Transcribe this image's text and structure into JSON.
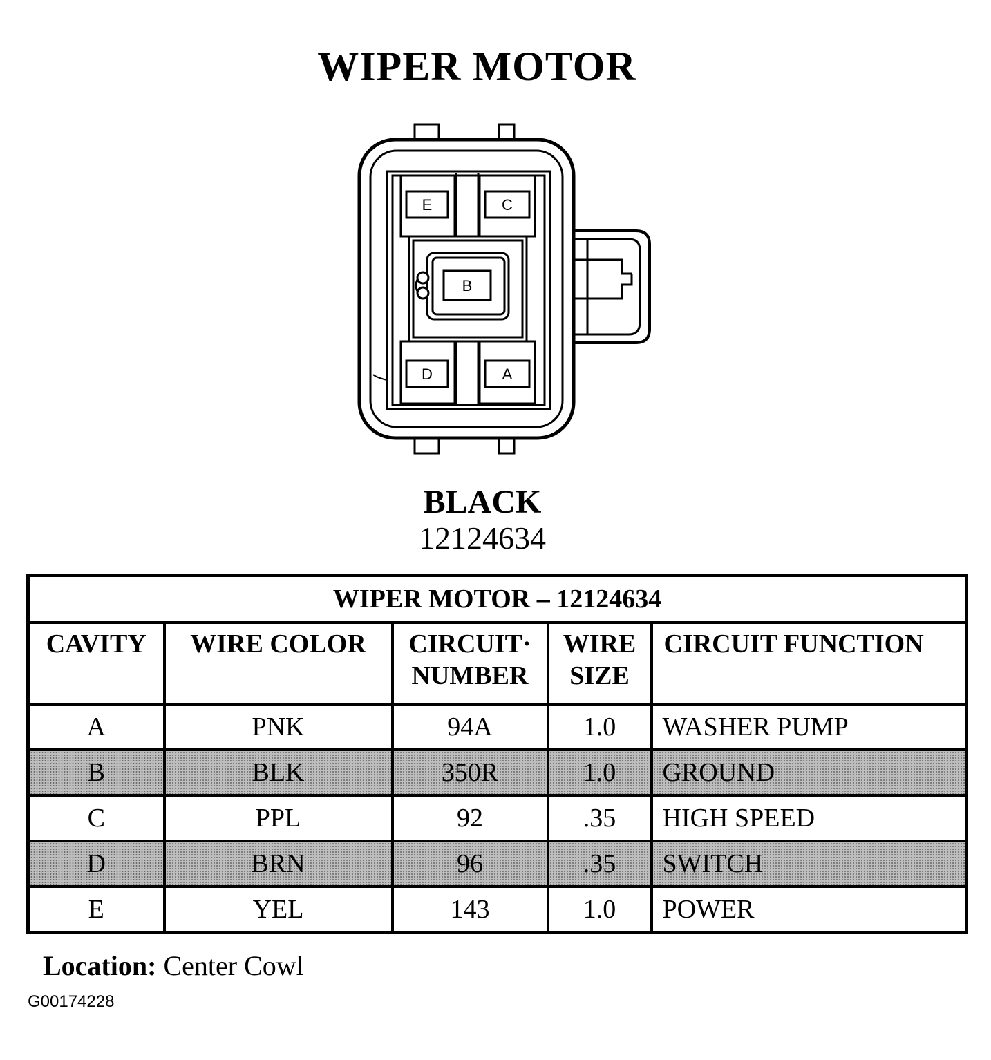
{
  "diagram": {
    "title": "WIPER MOTOR",
    "connector": {
      "pins": [
        "E",
        "C",
        "B",
        "D",
        "A"
      ],
      "color": "BLACK",
      "part_number": "12124634"
    }
  },
  "table": {
    "title": "WIPER MOTOR – 12124634",
    "headers": {
      "cavity": "CAVITY",
      "wire_color": "WIRE COLOR",
      "circuit_number_1": "CIRCUIT·",
      "circuit_number_2": "NUMBER",
      "wire_size_1": "WIRE",
      "wire_size_2": "SIZE",
      "circuit_function": "CIRCUIT FUNCTION"
    },
    "rows": [
      {
        "cavity": "A",
        "wire_color": "PNK",
        "circuit_number": "94A",
        "wire_size": "1.0",
        "circuit_function": "WASHER PUMP"
      },
      {
        "cavity": "B",
        "wire_color": "BLK",
        "circuit_number": "350R",
        "wire_size": "1.0",
        "circuit_function": "GROUND"
      },
      {
        "cavity": "C",
        "wire_color": "PPL",
        "circuit_number": "92",
        "wire_size": ".35",
        "circuit_function": "HIGH SPEED"
      },
      {
        "cavity": "D",
        "wire_color": "BRN",
        "circuit_number": "96",
        "wire_size": ".35",
        "circuit_function": "SWITCH"
      },
      {
        "cavity": "E",
        "wire_color": "YEL",
        "circuit_number": "143",
        "wire_size": "1.0",
        "circuit_function": "POWER"
      }
    ]
  },
  "location": {
    "label": "Location:",
    "value": "Center Cowl"
  },
  "figure_code": "G00174228"
}
